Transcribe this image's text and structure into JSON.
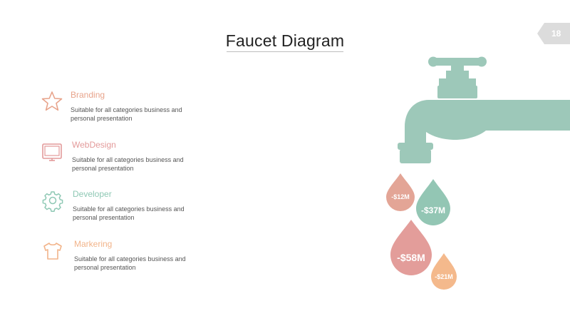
{
  "slide": {
    "title": "Faucet Diagram",
    "page_number": "18"
  },
  "items": [
    {
      "label": "Branding",
      "description": "Suitable for all categories business and personal presentation",
      "icon": "star-icon",
      "color": "#e8a48c"
    },
    {
      "label": "WebDesign",
      "description": "Suitable for all categories business and personal presentation",
      "icon": "monitor-icon",
      "color": "#e39a9a"
    },
    {
      "label": "Developer",
      "description": "Suitable for all categories business and personal presentation",
      "icon": "gear-icon",
      "color": "#8ec8b4"
    },
    {
      "label": "Markering",
      "description": "Suitable for all categories business and personal presentation",
      "icon": "shirt-icon",
      "color": "#f2b48a"
    }
  ],
  "drops": [
    {
      "value": "-$12M",
      "color": "#e3a596"
    },
    {
      "value": "-$37M",
      "color": "#93c6b4"
    },
    {
      "value": "-$58M",
      "color": "#e39d9a"
    },
    {
      "value": "-$21M",
      "color": "#f4b98c"
    }
  ],
  "faucet_color": "#9dc8b9",
  "tag_color": "#dcdcdc"
}
